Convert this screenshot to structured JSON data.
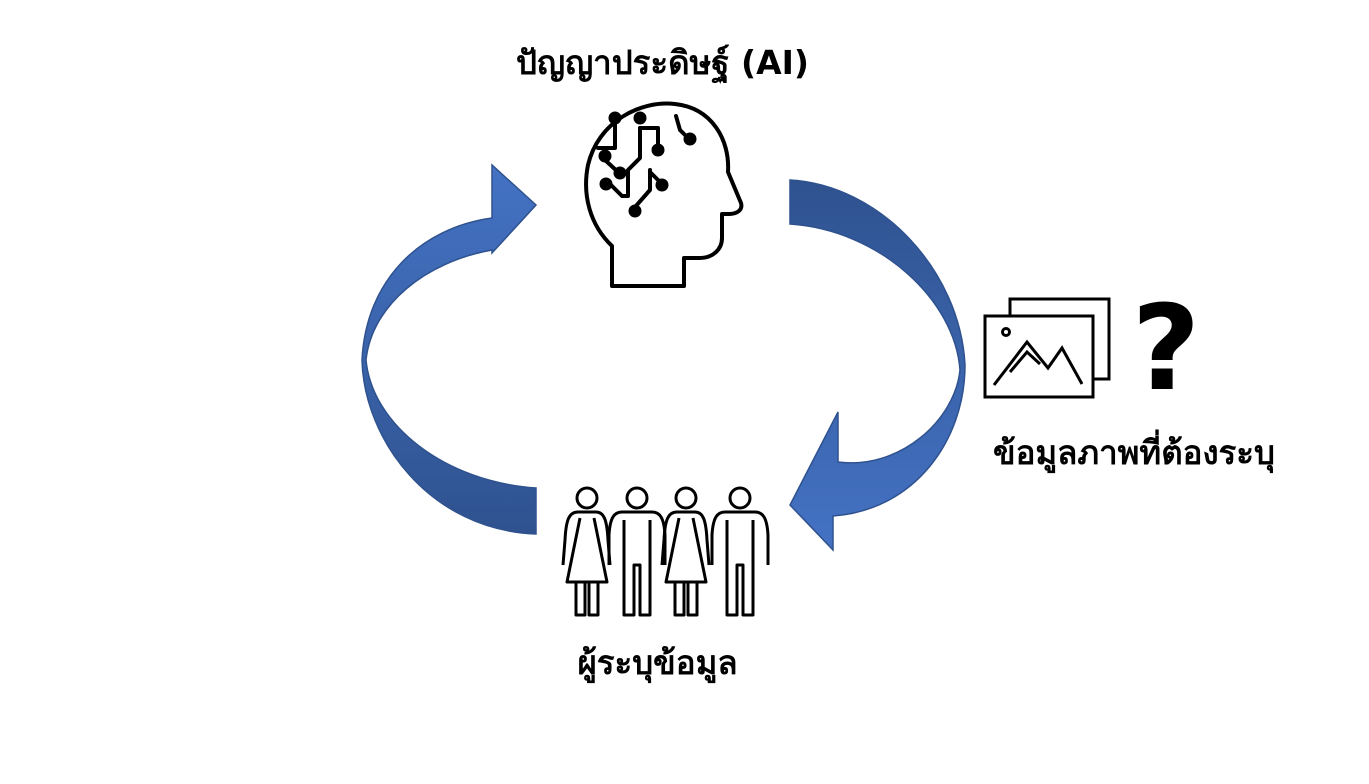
{
  "labels": {
    "ai": "ปัญญาประดิษฐ์ (AI)",
    "image_to_label": "ข้อมูลภาพที่ต้องระบุ",
    "annotators": "ผู้ระบุข้อมูล"
  },
  "icons": {
    "ai_brain": "ai-head-circuit-icon",
    "images": "image-stack-icon",
    "question": "question-mark-icon",
    "people": "people-group-icon"
  },
  "colors": {
    "arrow_light": "#4472c4",
    "arrow_dark": "#2f528f",
    "icon_stroke": "#000000",
    "background": "#ffffff"
  }
}
